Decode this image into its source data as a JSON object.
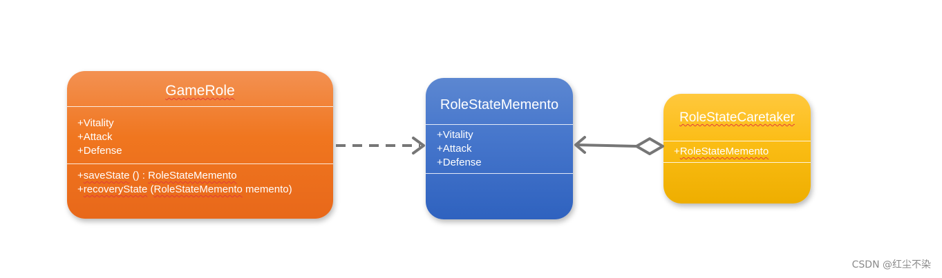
{
  "game_role": {
    "name": "GameRole",
    "attributes": [
      "+Vitality",
      "+Attack",
      "+Defense"
    ],
    "operations": [
      {
        "prefix": "+",
        "name": "saveState",
        "rest": " () : ",
        "type": "RoleStateMemento"
      },
      {
        "prefix": "+",
        "name": "recoveryState",
        "rest": " (",
        "type": "RoleStateMemento",
        "suffix": " memento)"
      }
    ]
  },
  "memento": {
    "name": "RoleStateMemento",
    "attributes": [
      "+Vitality",
      "+Attack",
      "+Defense"
    ]
  },
  "caretaker": {
    "name": "RoleStateCaretaker",
    "attributes": [
      {
        "prefix": "+",
        "name": "RoleStateMemento"
      }
    ]
  },
  "watermark": "CSDN @红尘不染",
  "colors": {
    "game_role": "#f0761f",
    "memento": "#4777cc",
    "caretaker": "#fbbd15",
    "connector": "#767676"
  }
}
